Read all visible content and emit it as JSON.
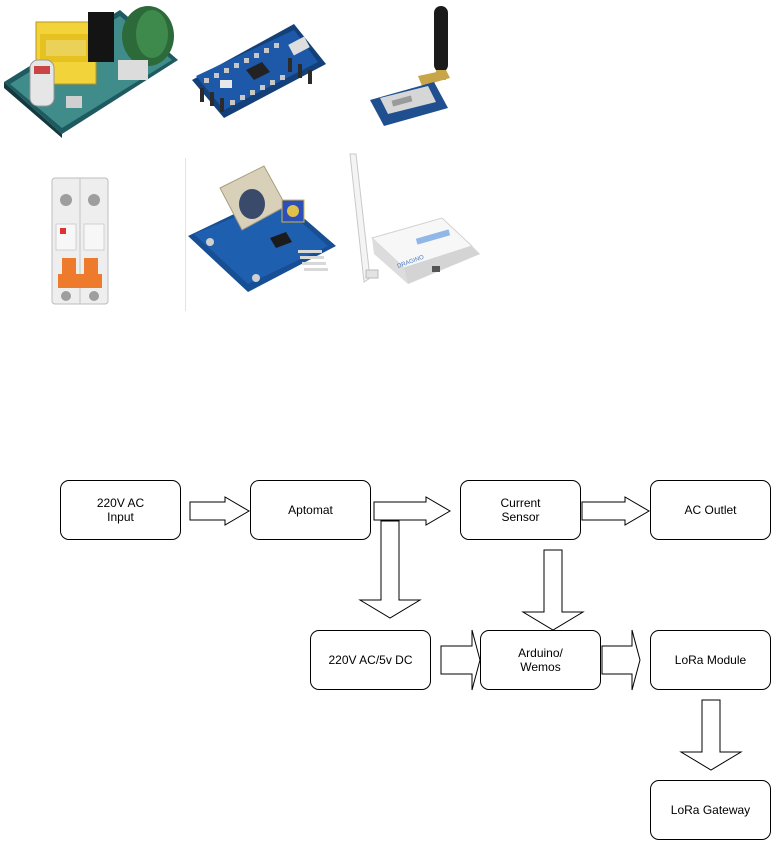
{
  "photos": [
    {
      "name": "ac-dc-power-supply-photo"
    },
    {
      "name": "arduino-nano-board-photo"
    },
    {
      "name": "lora-module-antenna-photo"
    },
    {
      "name": "circuit-breaker-photo"
    },
    {
      "name": "current-sensor-board-photo"
    },
    {
      "name": "lora-gateway-router-photo"
    }
  ],
  "nodes": {
    "ac_input": "220V AC\nInput",
    "aptomat": "Aptomat",
    "current_sensor": "Current\nSensor",
    "ac_outlet": "AC Outlet",
    "converter": "220V AC/5v DC",
    "arduino": "Arduino/\nWemos",
    "lora_module": "LoRa Module",
    "lora_gateway": "LoRa Gateway"
  },
  "arrows": [
    {
      "from": "ac_input",
      "to": "aptomat"
    },
    {
      "from": "aptomat",
      "to": "current_sensor"
    },
    {
      "from": "current_sensor",
      "to": "ac_outlet"
    },
    {
      "from": "aptomat",
      "to": "converter"
    },
    {
      "from": "current_sensor",
      "to": "arduino"
    },
    {
      "from": "converter",
      "to": "arduino"
    },
    {
      "from": "arduino",
      "to": "lora_module"
    },
    {
      "from": "lora_module",
      "to": "lora_gateway"
    }
  ],
  "colors": {
    "stroke": "#000000",
    "node_fill": "#ffffff",
    "pcb_green": "#2f6a5a",
    "pcb_blue": "#1f5fb0",
    "nano_blue": "#1d59a8",
    "transformer_yellow": "#f2d33a",
    "breaker_orange": "#ee7a2c"
  }
}
